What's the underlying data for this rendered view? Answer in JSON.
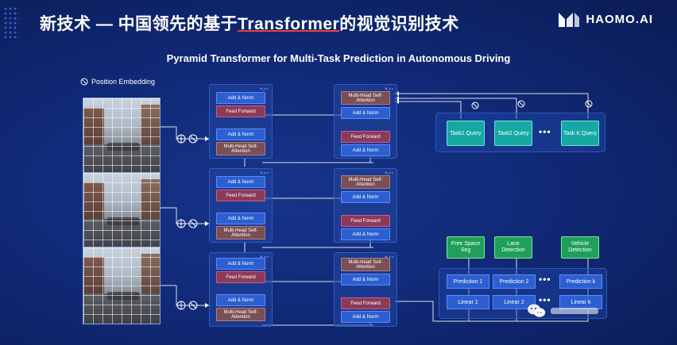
{
  "header": {
    "title_prefix": "新技术 — 中国领先的基于",
    "title_highlight": "Transformer",
    "title_suffix": "的视觉识别技术",
    "logo_text": "HAOMO.AI"
  },
  "diagram": {
    "title": "Pyramid Transformer for Multi-Task Prediction in Autonomous Driving",
    "position_embedding": "Position Embedding",
    "encoder": {
      "add_norm": "Add & Norm",
      "feed_forward": "Feed Forward",
      "self_attention": "Multi-Head Self-Attention",
      "nx": "N_x ×"
    },
    "decoder": {
      "self_attention": "Multi-Head Self-Attention",
      "add_norm": "Add & Norm",
      "feed_forward": "Feed Forward"
    },
    "queries": [
      "Task1 Query",
      "Task2 Query",
      "Task K Query"
    ],
    "ellipsis": "•••",
    "outputs": [
      "Free Space Seg",
      "Lane Detection",
      "Vehicle Detection"
    ],
    "predictions": [
      "Prediction 1",
      "Prediction 2",
      "Prediction k"
    ],
    "linears": [
      "Linear 1",
      "Linear 2",
      "Linear k"
    ]
  },
  "colors": {
    "background": "#112a78",
    "block_blue": "#2c5fcf",
    "block_red": "#8c3a5a",
    "query_teal": "#18a8a3",
    "output_green": "#1f9f5a",
    "title_underline": "#e8443a"
  }
}
